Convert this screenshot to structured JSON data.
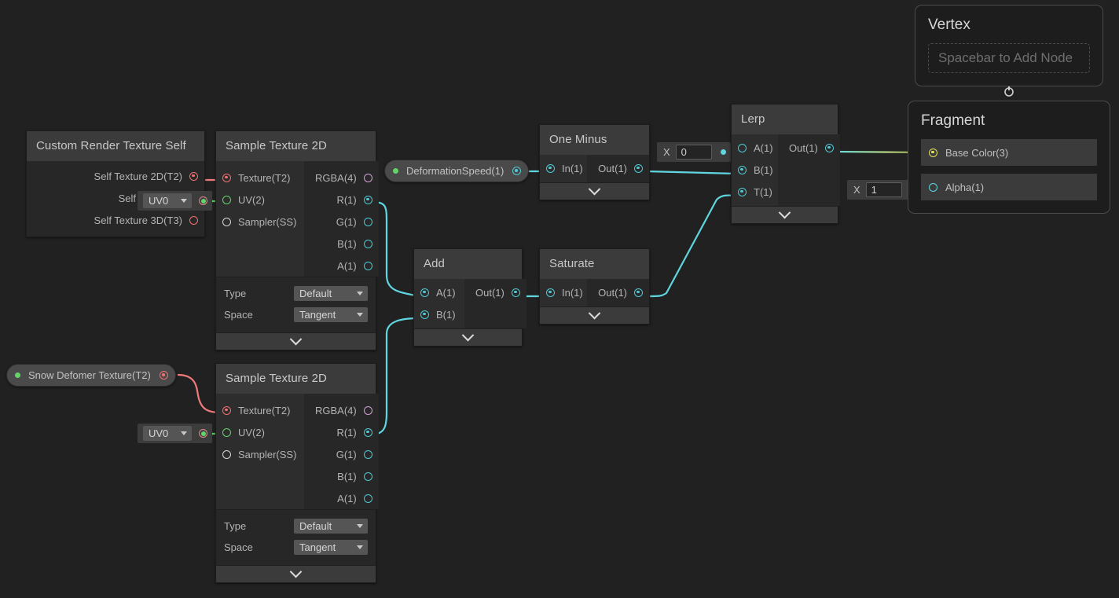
{
  "app": {
    "name": "unity-shader-graph",
    "canvas_bg": "#212121"
  },
  "nodes": {
    "custom_render_texture_self": {
      "title": "Custom Render Texture Self",
      "outputs": [
        {
          "label": "Self Texture 2D(T2)",
          "color": "#f07070",
          "connected": true
        },
        {
          "label": "Self Texture C",
          "color": "#f07070",
          "connected": true
        },
        {
          "label": "Self Texture 3D(T3)",
          "color": "#f07070",
          "connected": false
        }
      ]
    },
    "sample_texture_2d_top": {
      "title": "Sample Texture 2D",
      "inputs": [
        {
          "label": "Texture(T2)",
          "color": "#f07070",
          "connected": true
        },
        {
          "label": "UV(2)",
          "color": "#64d46a",
          "connected": true
        },
        {
          "label": "Sampler(SS)",
          "color": "#d8d8d8",
          "connected": false
        }
      ],
      "outputs": [
        {
          "label": "RGBA(4)",
          "color": "#d59fd8",
          "connected": false
        },
        {
          "label": "R(1)",
          "color": "#4fc9d4",
          "connected": true
        },
        {
          "label": "G(1)",
          "color": "#4fc9d4",
          "connected": false
        },
        {
          "label": "B(1)",
          "color": "#4fc9d4",
          "connected": false
        },
        {
          "label": "A(1)",
          "color": "#4fc9d4",
          "connected": false
        }
      ],
      "settings": [
        {
          "label": "Type",
          "value": "Default"
        },
        {
          "label": "Space",
          "value": "Tangent"
        }
      ]
    },
    "sample_texture_2d_bottom": {
      "title": "Sample Texture 2D",
      "inputs": [
        {
          "label": "Texture(T2)",
          "color": "#f07070",
          "connected": true
        },
        {
          "label": "UV(2)",
          "color": "#64d46a",
          "connected": true
        },
        {
          "label": "Sampler(SS)",
          "color": "#d8d8d8",
          "connected": false
        }
      ],
      "outputs": [
        {
          "label": "RGBA(4)",
          "color": "#d59fd8",
          "connected": false
        },
        {
          "label": "R(1)",
          "color": "#4fc9d4",
          "connected": true
        },
        {
          "label": "G(1)",
          "color": "#4fc9d4",
          "connected": false
        },
        {
          "label": "B(1)",
          "color": "#4fc9d4",
          "connected": false
        },
        {
          "label": "A(1)",
          "color": "#4fc9d4",
          "connected": false
        }
      ],
      "settings": [
        {
          "label": "Type",
          "value": "Default"
        },
        {
          "label": "Space",
          "value": "Tangent"
        }
      ]
    },
    "add": {
      "title": "Add",
      "inputs": [
        {
          "label": "A(1)",
          "color": "#4fc9d4",
          "connected": true
        },
        {
          "label": "B(1)",
          "color": "#4fc9d4",
          "connected": true
        }
      ],
      "outputs": [
        {
          "label": "Out(1)",
          "color": "#4fc9d4",
          "connected": true
        }
      ]
    },
    "saturate": {
      "title": "Saturate",
      "inputs": [
        {
          "label": "In(1)",
          "color": "#4fc9d4",
          "connected": true
        }
      ],
      "outputs": [
        {
          "label": "Out(1)",
          "color": "#4fc9d4",
          "connected": true
        }
      ]
    },
    "one_minus": {
      "title": "One Minus",
      "inputs": [
        {
          "label": "In(1)",
          "color": "#4fc9d4",
          "connected": true
        }
      ],
      "outputs": [
        {
          "label": "Out(1)",
          "color": "#4fc9d4",
          "connected": true
        }
      ]
    },
    "lerp": {
      "title": "Lerp",
      "inputs": [
        {
          "label": "A(1)",
          "color": "#4fc9d4",
          "connected": false
        },
        {
          "label": "B(1)",
          "color": "#4fc9d4",
          "connected": true
        },
        {
          "label": "T(1)",
          "color": "#4fc9d4",
          "connected": true
        }
      ],
      "outputs": [
        {
          "label": "Out(1)",
          "color": "#4fc9d4",
          "connected": true
        }
      ]
    }
  },
  "properties": {
    "deformation_speed": {
      "label": "DeformationSpeed(1)",
      "dot_color": "#64d46a",
      "port_color": "#4fc9d4"
    },
    "snow_deformer_texture": {
      "label": "Snow Defomer Texture(T2)",
      "dot_color": "#64d46a",
      "port_color": "#f07070"
    }
  },
  "widgets": {
    "uv_top": {
      "value": "UV0"
    },
    "uv_bottom": {
      "value": "UV0"
    },
    "lerp_a_float": {
      "axis_label": "X",
      "value": "0"
    },
    "alpha_float": {
      "axis_label": "X",
      "value": "1"
    }
  },
  "master_stack": {
    "vertex": {
      "title": "Vertex",
      "hint": "Spacebar to Add Node"
    },
    "fragment": {
      "title": "Fragment",
      "blocks": [
        {
          "label": "Base Color(3)",
          "color": "#e4e45c",
          "connected": true
        },
        {
          "label": "Alpha(1)",
          "color": "#5fd6e0",
          "connected": true
        }
      ]
    }
  },
  "wire_colors": {
    "cyan": "#5fd6e0",
    "red": "#f07a7a",
    "green": "#59c95f",
    "yellow": "#d9d96a"
  }
}
